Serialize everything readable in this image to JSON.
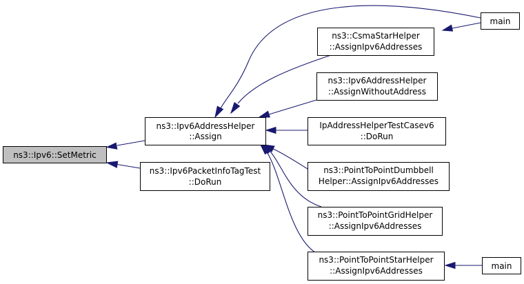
{
  "graph": {
    "nodes": {
      "set_metric": {
        "lines": [
          "ns3::Ipv6::SetMetric"
        ]
      },
      "address_helper_assign": {
        "lines": [
          "ns3::Ipv6AddressHelper",
          "::Assign"
        ]
      },
      "packet_info_tag_test": {
        "lines": [
          "ns3::Ipv6PacketInfoTagTest",
          "::DoRun"
        ]
      },
      "csma_star_helper": {
        "lines": [
          "ns3::CsmaStarHelper",
          "::AssignIpv6Addresses"
        ]
      },
      "assign_without_address": {
        "lines": [
          "ns3::Ipv6AddressHelper",
          "::AssignWithoutAddress"
        ]
      },
      "address_helper_test_v6": {
        "lines": [
          "IpAddressHelperTestCasev6",
          "::DoRun"
        ]
      },
      "p2p_dumbbell_helper": {
        "lines": [
          "ns3::PointToPointDumbbell",
          "Helper::AssignIpv6Addresses"
        ]
      },
      "p2p_grid_helper": {
        "lines": [
          "ns3::PointToPointGridHelper",
          "::AssignIpv6Addresses"
        ]
      },
      "p2p_star_helper": {
        "lines": [
          "ns3::PointToPointStarHelper",
          "::AssignIpv6Addresses"
        ]
      },
      "main_top": {
        "lines": [
          "main"
        ]
      },
      "main_bottom": {
        "lines": [
          "main"
        ]
      }
    },
    "colors": {
      "edge": "#191970",
      "root_fill": "#bfbfbf",
      "node_fill": "#ffffff",
      "node_border": "#000000"
    }
  }
}
